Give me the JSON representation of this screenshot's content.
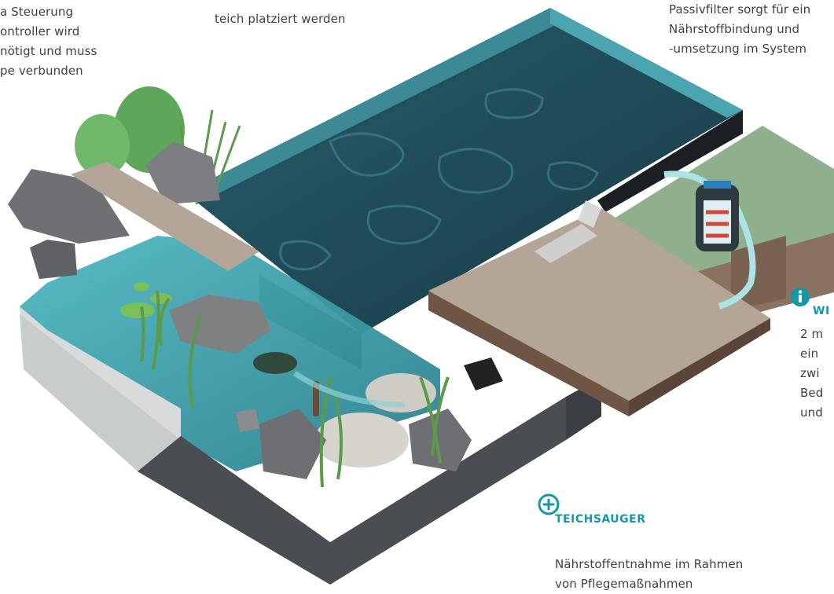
{
  "annotations": {
    "steuerung": {
      "lines": [
        "a Steuerung",
        "ontroller wird",
        "nötigt und muss",
        "pe verbunden"
      ]
    },
    "teich": {
      "lines": [
        "teich platziert werden"
      ]
    },
    "passivfilter": {
      "lines": [
        "Passivfilter sorgt für ein",
        "Nährstoffbindung und",
        "-umsetzung im System"
      ]
    },
    "wichtig": {
      "heading": "WI",
      "icon": "info-icon",
      "lines": [
        "2 m",
        "ein",
        "zwi",
        "Bed",
        "und"
      ]
    },
    "teichsauger": {
      "heading": "TEICHSAUGER",
      "icon": "plus-circle-icon",
      "lines": [
        "Nährstoffentnahme im Rahmen",
        "von Pflegemaßnahmen"
      ]
    }
  },
  "colors": {
    "accent": "#1497a8",
    "text": "#3f3f45",
    "water": "#2b6f7c",
    "deck": "#a89a8c",
    "grass": "#8fb08c",
    "soil": "#8a7260"
  }
}
